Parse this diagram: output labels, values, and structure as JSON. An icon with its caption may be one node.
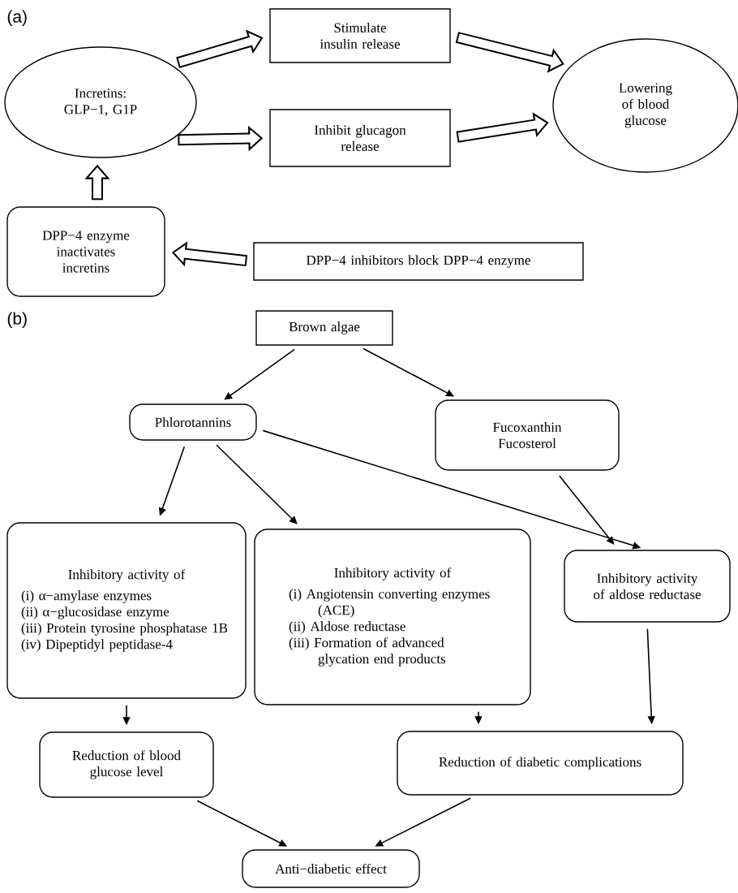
{
  "diagram": {
    "nodes": [
      {
        "text": [
          "Incretins: GLP−1, G1P"
        ]
      },
      {
        "text": [
          "Stimulate insulin release"
        ]
      },
      {
        "text": [
          "Inhibit glucagon release"
        ]
      },
      {
        "text": [
          "Lowering of blood glucose"
        ]
      },
      {
        "text": [
          "DPP−4 enzyme inactivates incretins"
        ]
      },
      {
        "text": [
          "DPP−4 inhibitors block DPP−4 enzyme"
        ]
      },
      {
        "text": [
          "Brown algae"
        ]
      },
      {
        "text": [
          "Phlorotannins"
        ]
      },
      {
        "text": [
          "Fucoxanthin",
          "Fucosterol"
        ]
      },
      {
        "text": [
          "Inhibitory activity of",
          "(i) α−amylase enzymes",
          "(ii) α−glucosidase enzyme",
          "(iii) Protein tyrosine phosphatase 1B",
          "(iv) Dipeptidyl peptidase-4"
        ]
      },
      {
        "text": [
          "Inhibitory activity of",
          "(i) Angiotensin converting enzymes (ACE)",
          "(ii) Aldose reductase",
          "(iii) Formation of advanced glycation end products"
        ]
      },
      {
        "text": [
          "Inhibitory activity of aldose reductase"
        ]
      },
      {
        "text": [
          "Reduction of blood glucose level"
        ]
      },
      {
        "text": [
          "Reduction of diabetic complications"
        ]
      },
      {
        "text": [
          "Anti−diabetic effect"
        ]
      }
    ],
    "edges": [
      {
        "from": 0,
        "to": 1,
        "arrow": "to",
        "style": "thick"
      },
      {
        "from": 0,
        "to": 2,
        "arrow": "to",
        "style": "thick"
      },
      {
        "from": 1,
        "to": 3,
        "arrow": "to",
        "style": "thick"
      },
      {
        "from": 2,
        "to": 3,
        "arrow": "to",
        "style": "thick"
      },
      {
        "from": 4,
        "to": 0,
        "arrow": "to",
        "style": "thick"
      },
      {
        "from": 5,
        "to": 4,
        "arrow": "to",
        "style": "thick"
      },
      {
        "from": 6,
        "to": 7,
        "arrow": "to"
      },
      {
        "from": 6,
        "to": 8,
        "arrow": "to"
      },
      {
        "from": 7,
        "to": 9,
        "arrow": "to"
      },
      {
        "from": 7,
        "to": 10,
        "arrow": "to"
      },
      {
        "from": 7,
        "to": 11,
        "arrow": "to"
      },
      {
        "from": 8,
        "to": 11,
        "arrow": "to"
      },
      {
        "from": 9,
        "to": 12,
        "arrow": "to"
      },
      {
        "from": 10,
        "to": 13,
        "arrow": "to"
      },
      {
        "from": 11,
        "to": 13,
        "arrow": "to"
      },
      {
        "from": 12,
        "to": 14,
        "arrow": "to"
      },
      {
        "from": 13,
        "to": 14,
        "arrow": "to"
      }
    ],
    "labels": [
      "(a)",
      "(b)"
    ]
  }
}
